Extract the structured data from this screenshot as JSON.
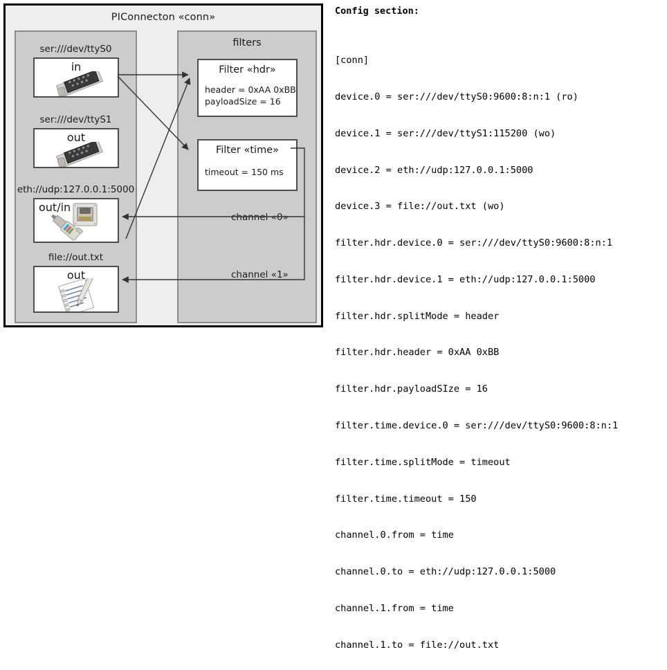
{
  "diagram": {
    "title": "PIConnecton «conn»",
    "devices_group": {
      "title": "",
      "devices": [
        {
          "label": "ser:///dev/ttyS0",
          "direction": "in",
          "icon": "serial-port-icon"
        },
        {
          "label": "ser:///dev/ttyS1",
          "direction": "out",
          "icon": "serial-port-icon"
        },
        {
          "label": "eth://udp:127.0.0.1:5000",
          "direction": "out/in",
          "icon": "ethernet-jack-icon"
        },
        {
          "label": "file://out.txt",
          "direction": "out",
          "icon": "text-file-icon"
        }
      ]
    },
    "filters_group": {
      "title": "filters",
      "filters": [
        {
          "title": "Filter «hdr»",
          "props": [
            "header = 0xAA 0xBB",
            "payloadSize = 16"
          ]
        },
        {
          "title": "Filter «time»",
          "props": [
            "timeout = 150 ms"
          ]
        }
      ]
    },
    "channels": [
      {
        "label": "channel «0»"
      },
      {
        "label": "channel «1»"
      }
    ]
  },
  "config": {
    "heading": "Config section:",
    "lines": [
      "[conn]",
      "device.0 = ser:///dev/ttyS0:9600:8:n:1 (ro)",
      "device.1 = ser:///dev/ttyS1:115200 (wo)",
      "device.2 = eth://udp:127.0.0.1:5000",
      "device.3 = file://out.txt (wo)",
      "filter.hdr.device.0 = ser:///dev/ttyS0:9600:8:n:1",
      "filter.hdr.device.1 = eth://udp:127.0.0.1:5000",
      "filter.hdr.splitMode = header",
      "filter.hdr.header = 0xAA 0xBB",
      "filter.hdr.payloadSIze = 16",
      "filter.time.device.0 = ser:///dev/ttyS0:9600:8:n:1",
      "filter.time.splitMode = timeout",
      "filter.time.timeout = 150",
      "channel.0.from = time",
      "channel.0.to = eth://udp:127.0.0.1:5000",
      "channel.1.from = time",
      "channel.1.to = file://out.txt"
    ]
  },
  "colors": {
    "frame": "#000000",
    "panel_bg": "#cccccc",
    "panel_border": "#8c8c8c",
    "canvas_bg": "#eeeeee",
    "card_border": "#4d4d4d",
    "connector": "#333333"
  }
}
